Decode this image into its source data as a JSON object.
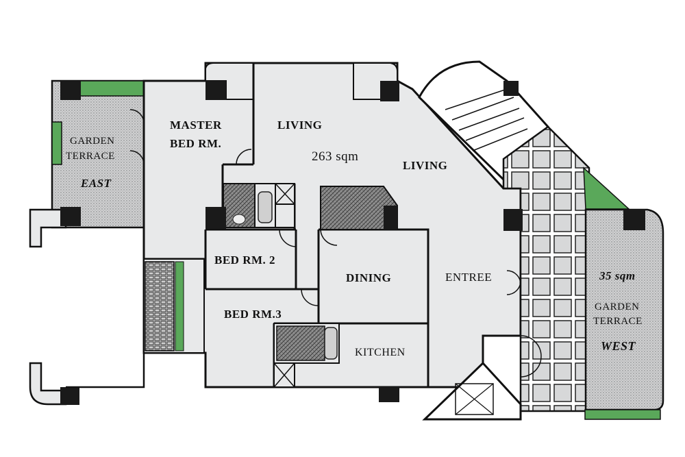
{
  "floorplan": {
    "rooms": {
      "master_bed_line1": "MASTER",
      "master_bed_line2": "BED RM.",
      "living_1": "LIVING",
      "living_2": "LIVING",
      "living_area": "263 sqm",
      "bed_2": "BED RM. 2",
      "bed_3": "BED RM.3",
      "dining": "DINING",
      "entree": "ENTREE",
      "kitchen": "KITCHEN"
    },
    "east_terrace": {
      "line1": "GARDEN",
      "line2": "TERRACE",
      "line3": "EAST"
    },
    "west_terrace": {
      "area": "35 sqm",
      "line1": "GARDEN",
      "line2": "TERRACE",
      "line3": "WEST"
    },
    "colors": {
      "background": "#ffffff",
      "plan_fill": "#e8e9ea",
      "wall": "#111111",
      "column": "#1a1a1a",
      "terrace_fill": "#c9cacb",
      "wet_area": "#9a9a9a",
      "garden_green": "#5aa85a",
      "paver_grid": "#d8d9da"
    }
  }
}
